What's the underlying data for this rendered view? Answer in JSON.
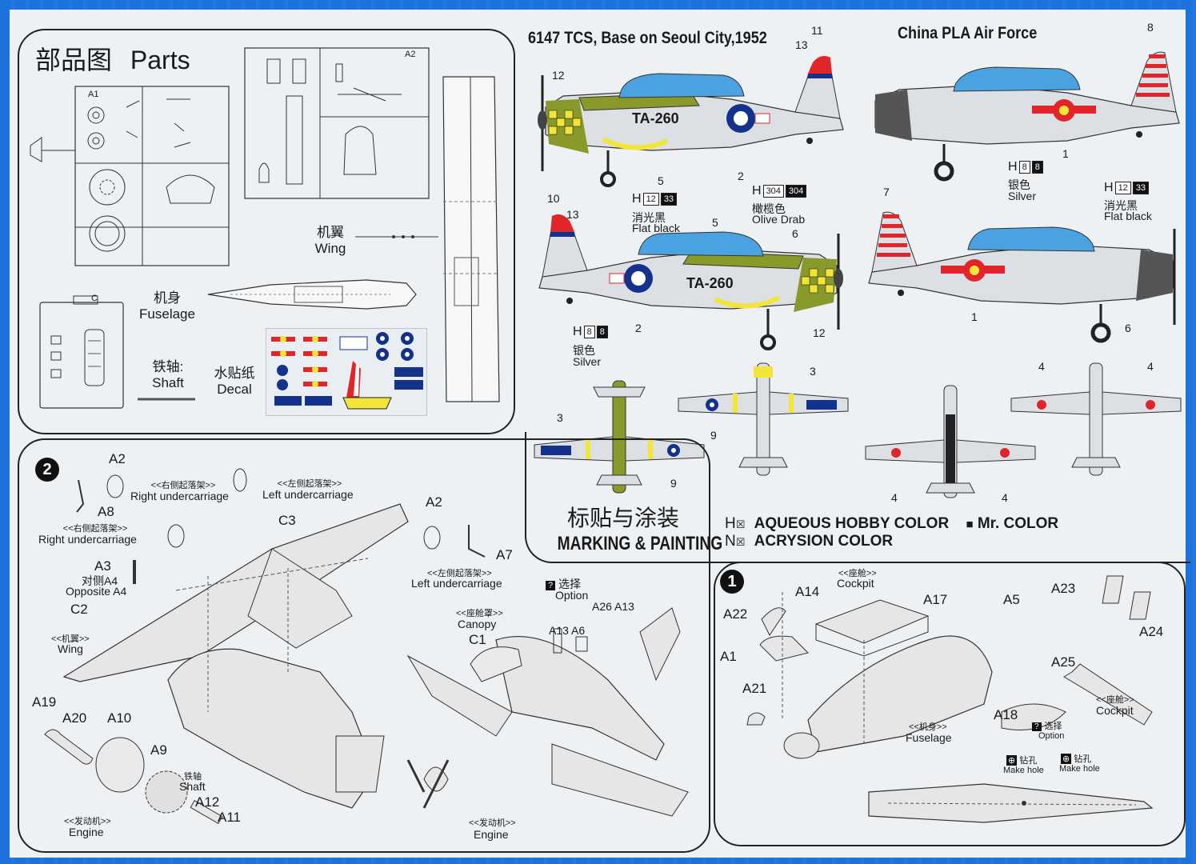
{
  "parts": {
    "title_cn": "部品图",
    "title_en": "Parts",
    "wing_cn": "机翼",
    "wing_en": "Wing",
    "fuselage_cn": "机身",
    "fuselage_en": "Fuselage",
    "shaft_cn": "铁轴:",
    "shaft_en": "Shaft",
    "decal_cn": "水贴纸",
    "decal_en": "Decal",
    "sprue_a1": "A1",
    "sprue_a2": "A2",
    "sprue_c": "C"
  },
  "marking": {
    "usaf_title": "6147 TCS, Base on Seoul City,1952",
    "pla_title": "China PLA Air Force",
    "title_cn": "标贴与涂装",
    "title_en": "MARKING & PAINTING",
    "legend": {
      "h_prefix": "H",
      "h_label": "AQUEOUS HOBBY COLOR",
      "mr_label": "Mr. COLOR",
      "n_prefix": "N",
      "n_label": "ACRYSION COLOR"
    },
    "paints": [
      {
        "h": "12",
        "mr": "33",
        "cn": "消光黑",
        "en": "Flat black"
      },
      {
        "h": "304",
        "mr": "304",
        "cn": "橄榄色",
        "en": "Olive Drab"
      },
      {
        "h": "8",
        "mr": "8",
        "cn": "银色",
        "en": "Silver"
      },
      {
        "h": "8",
        "mr": "8",
        "cn": "银色",
        "en": "Silver"
      },
      {
        "h": "12",
        "mr": "33",
        "cn": "消光黑",
        "en": "Flat black"
      }
    ],
    "code": "TA-260",
    "callouts": [
      "12",
      "13",
      "11",
      "5",
      "2",
      "10",
      "13",
      "5",
      "6",
      "12",
      "2",
      "8",
      "7",
      "1",
      "1",
      "6",
      "3",
      "9",
      "3",
      "9",
      "4",
      "4",
      "4",
      "4"
    ],
    "colors": {
      "silver": "#dcdfe3",
      "olive": "#8a9a2a",
      "red": "#e0262a",
      "yellow": "#f2e53a",
      "canopy": "#4aa3e0"
    }
  },
  "step2": {
    "number": "2",
    "labels": {
      "a2_top": "A2",
      "a8": "A8",
      "right_uc_cn_1": "<<右侧起落架>>",
      "right_uc_en_1": "Right undercarriage",
      "left_uc_cn_1": "<<左侧起落架>>",
      "left_uc_en_1": "Left undercarriage",
      "right_uc_cn_2": "<<右侧起落架>>",
      "right_uc_en_2": "Right undercarriage",
      "c3": "C3",
      "a3": "A3",
      "opp_cn": "对侧A4",
      "opp_en": "Opposite A4",
      "c2": "C2",
      "wing_cn": "<<机翼>>",
      "wing_en": "Wing",
      "a19": "A19",
      "a20": "A20",
      "a10": "A10",
      "a9": "A9",
      "shaft_cn": "铁轴",
      "shaft_en": "Shaft",
      "a12": "A12",
      "a11": "A11",
      "engine_cn": "<<发动机>>",
      "engine_en": "Engine",
      "a2_mid": "A2",
      "a7": "A7",
      "left_uc_cn_2": "<<左侧起落架>>",
      "left_uc_en_2": "Left undercarriage",
      "option_cn": "选择",
      "option_en": "Option",
      "a26": "A26",
      "a13a": "A13",
      "a13b": "A13",
      "a6": "A6",
      "canopy_cn": "<<座舱罩>>",
      "canopy_en": "Canopy",
      "c1": "C1",
      "engine2_cn": "<<发动机>>",
      "engine2_en": "Engine"
    }
  },
  "step1": {
    "number": "1",
    "labels": {
      "a14": "A14",
      "cockpit_cn_1": "<<座舱>>",
      "cockpit_en_1": "Cockpit",
      "a17": "A17",
      "a5": "A5",
      "a23": "A23",
      "a22": "A22",
      "a24": "A24",
      "a1": "A1",
      "a25": "A25",
      "a21": "A21",
      "a18": "A18",
      "cockpit_cn_2": "<<座舱>>",
      "cockpit_en_2": "Cockpit",
      "fuselage_cn": "<<机身>>",
      "fuselage_en": "Fuselage",
      "option_cn": "选择",
      "option_en": "Option",
      "hole_cn_1": "钻孔",
      "hole_en_1": "Make hole",
      "hole_cn_2": "钻孔",
      "hole_en_2": "Make hole"
    }
  }
}
